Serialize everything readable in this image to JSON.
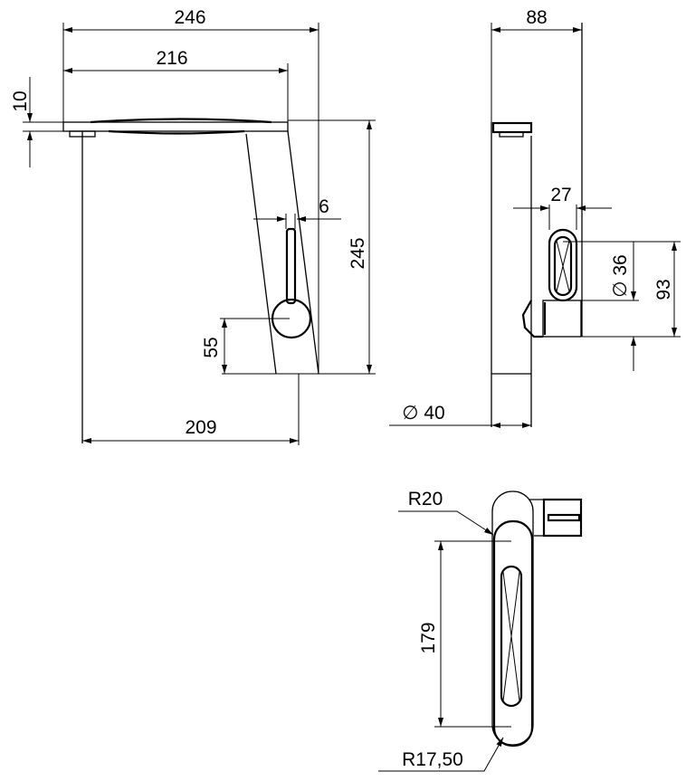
{
  "front_view": {
    "dims": {
      "total_width": "246",
      "spout_width": "216",
      "plate_thickness": "10",
      "lever_offset": "6",
      "height": "245",
      "handle_height": "55",
      "base_to_spout": "209"
    }
  },
  "side_view": {
    "dims": {
      "depth": "88",
      "lever_width": "27",
      "handle_diameter": "∅ 36",
      "handle_height": "93",
      "base_diameter": "∅ 40"
    }
  },
  "top_view": {
    "dims": {
      "radius_top": "R20",
      "length": "179",
      "radius_bottom": "R17,50"
    }
  }
}
